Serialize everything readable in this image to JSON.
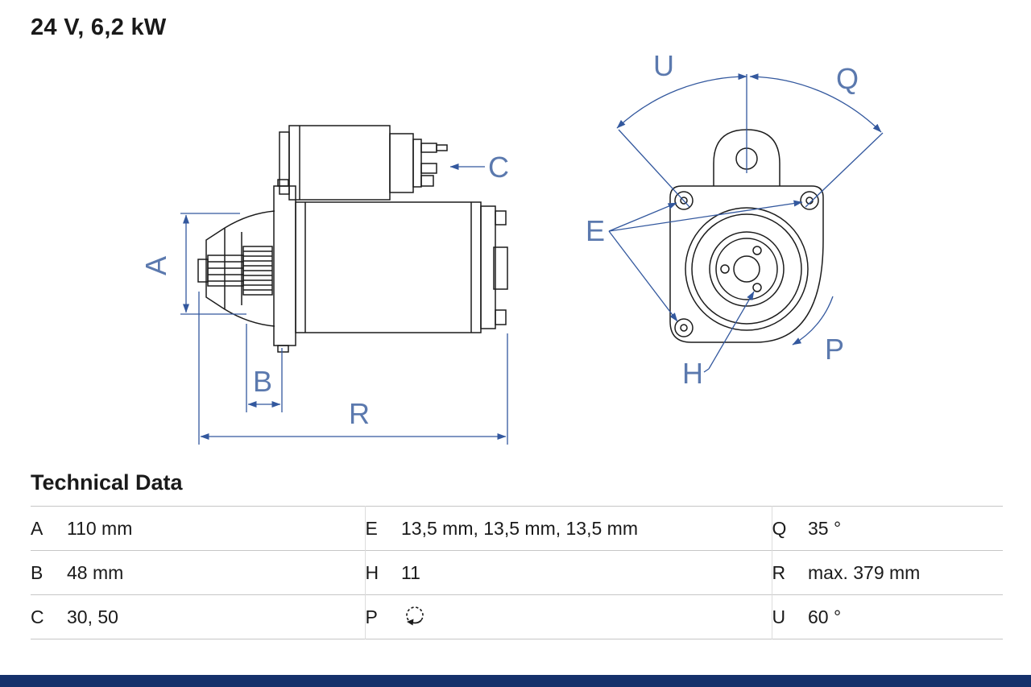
{
  "title": "24 V, 6,2 kW",
  "drawing": {
    "labels": {
      "a": "A",
      "b": "B",
      "c": "C",
      "r": "R",
      "u": "U",
      "q": "Q",
      "e": "E",
      "h": "H",
      "p": "P"
    },
    "colors": {
      "dimension_blue": "#33589e",
      "label_blue": "#5b79ae",
      "line_black": "#1c1c1c"
    }
  },
  "icons": {
    "p_rotation": "rotation-direction-icon"
  },
  "table": {
    "heading": "Technical Data",
    "rows": [
      {
        "k1": "A",
        "v1": "110 mm",
        "k2": "E",
        "v2": "13,5 mm, 13,5 mm, 13,5 mm",
        "k3": "Q",
        "v3": "35 °"
      },
      {
        "k1": "B",
        "v1": "48 mm",
        "k2": "H",
        "v2": "11",
        "k3": "R",
        "v3": "max. 379 mm"
      },
      {
        "k1": "C",
        "v1": "30, 50",
        "k2": "P",
        "v2": "",
        "k3": "U",
        "v3": "60 °"
      }
    ]
  },
  "footer": {
    "bar_color": "#15316b"
  }
}
